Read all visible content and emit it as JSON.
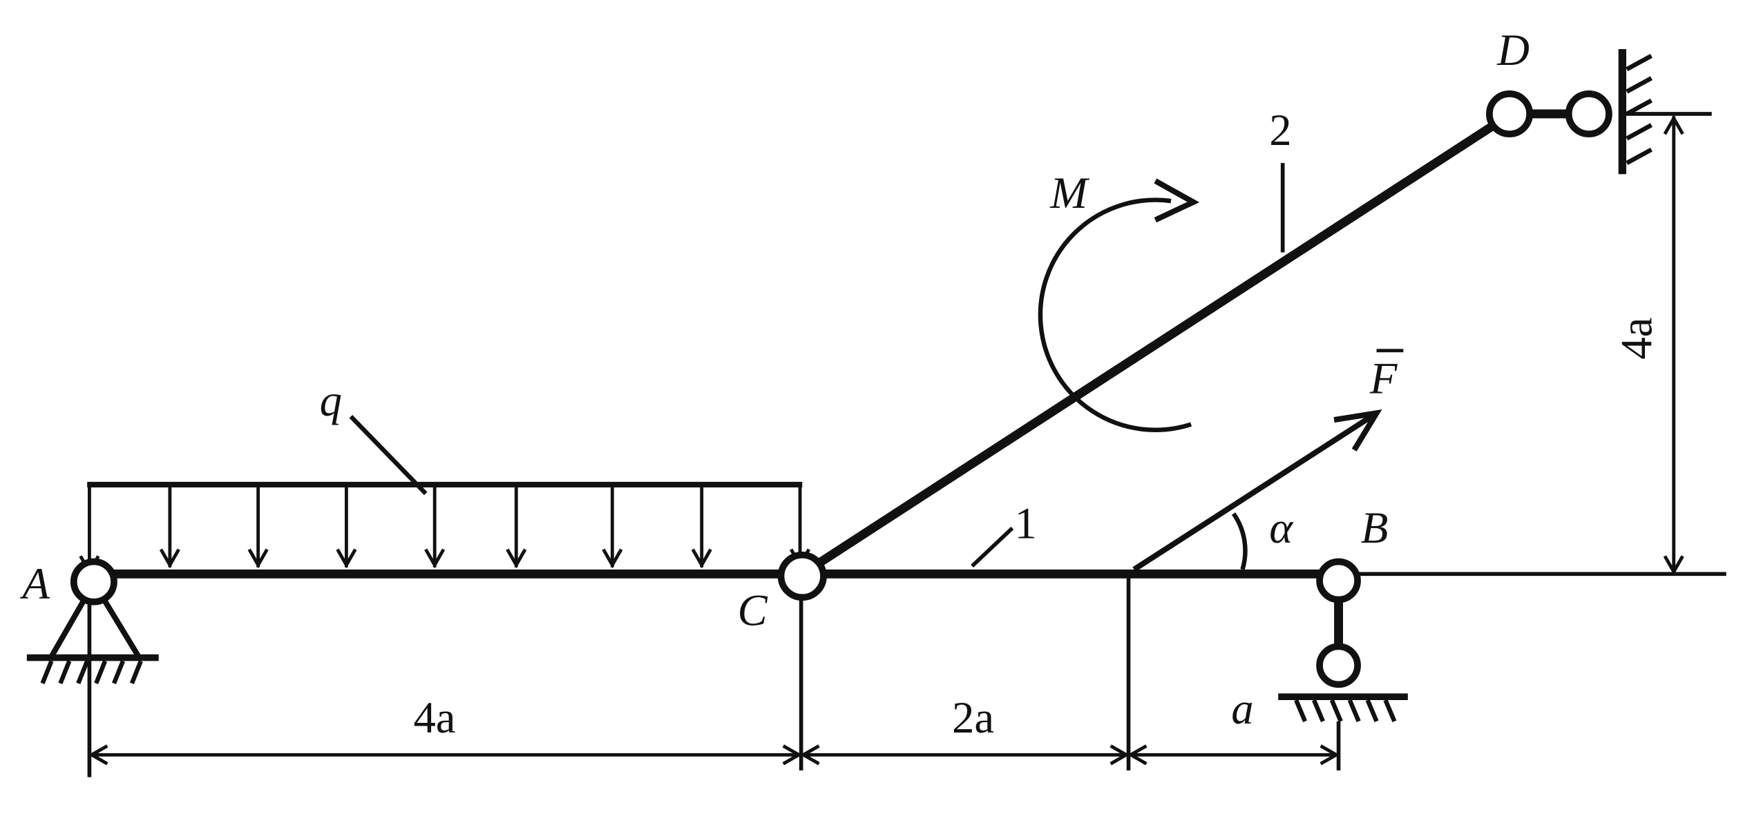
{
  "labels": {
    "point_a": "A",
    "point_b": "B",
    "point_c": "C",
    "point_d": "D",
    "load_q": "q",
    "moment_m": "M",
    "force_f": "F",
    "angle_alpha": "α",
    "rod_1": "1",
    "rod_2": "2"
  },
  "dimensions": {
    "dim_ac": "4a",
    "dim_c_to_f": "2a",
    "dim_f_to_b": "a",
    "dim_height": "4a"
  },
  "colors": {
    "ink": "#111111",
    "background": "#ffffff"
  }
}
